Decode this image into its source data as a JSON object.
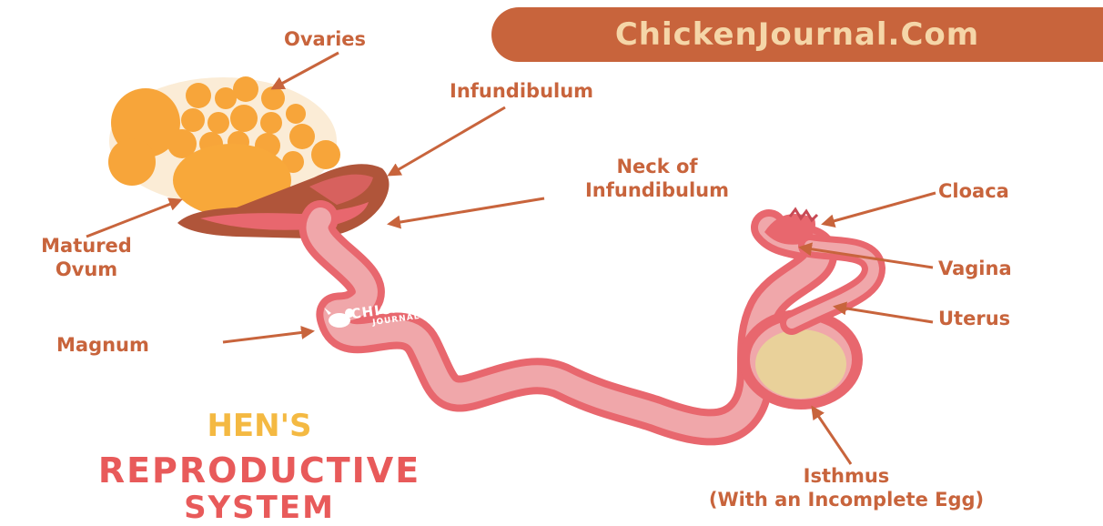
{
  "site": {
    "name": "ChickenJournal.Com"
  },
  "watermark": {
    "line1": "CHICKEN",
    "line2": "JOURNAL.COM"
  },
  "labels": {
    "ovaries": "Ovaries",
    "infundibulum": "Infundibulum",
    "neck_line1": "Neck of",
    "neck_line2": "Infundibulum",
    "cloaca": "Cloaca",
    "vagina": "Vagina",
    "uterus": "Uterus",
    "matured_line1": "Matured",
    "matured_line2": "Ovum",
    "magnum": "Magnum",
    "isthmus_line1": "Isthmus",
    "isthmus_line2": "(With an Incomplete Egg)"
  },
  "title": {
    "line1": "HEN'S",
    "line2": "REPRODUCTIVE",
    "line3": "SYSTEM"
  },
  "colors": {
    "label": "#c8643c",
    "banner": "#c8643c",
    "banner_text": "#f5d6a8",
    "title_top": "#f4b942",
    "title_bottom": "#e85a5a",
    "tract": "#e8676e",
    "tract_inner": "#f0a7aa",
    "ovum": "#f8a83a",
    "funnel": "#b0553a",
    "egg": "#e9d19a"
  }
}
